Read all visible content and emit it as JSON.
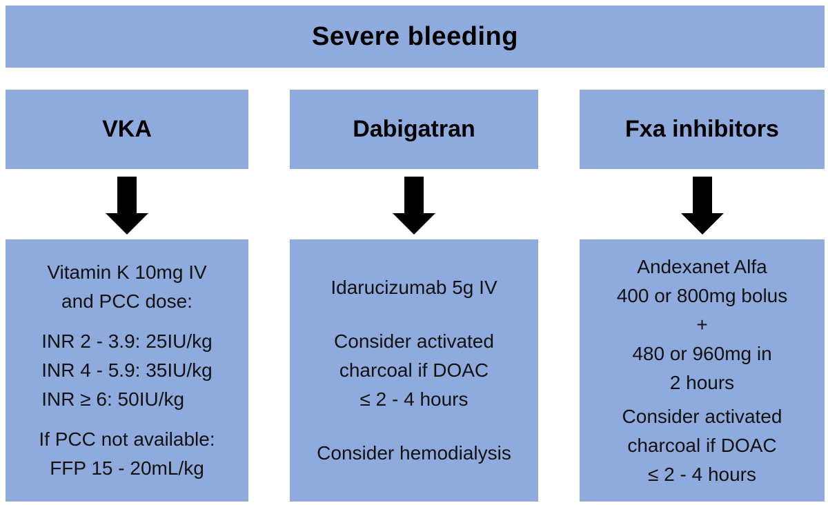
{
  "colors": {
    "box_fill": "#8FAADC",
    "heading_text": "#000000",
    "body_text": "#111111",
    "arrow": "#000000",
    "background": "#ffffff"
  },
  "banner": {
    "title": "Severe bleeding"
  },
  "columns": [
    {
      "header": "VKA",
      "paragraphs": [
        {
          "align": "center",
          "lines": [
            "Vitamin K 10mg IV",
            "and PCC dose:"
          ]
        },
        {
          "align": "left",
          "lines": [
            "INR 2 - 3.9: 25IU/kg",
            "INR 4 - 5.9: 35IU/kg",
            "INR ≥ 6: 50IU/kg"
          ]
        },
        {
          "align": "center",
          "lines": [
            "If PCC not available:",
            "FFP 15 - 20mL/kg"
          ]
        }
      ]
    },
    {
      "header": "Dabigatran",
      "paragraphs": [
        {
          "align": "center",
          "lines": [
            "Idarucizumab 5g IV"
          ]
        },
        {
          "align": "center",
          "lines": [
            "Consider activated",
            "charcoal if DOAC",
            "≤ 2 - 4 hours"
          ]
        },
        {
          "align": "center",
          "lines": [
            "Consider hemodialysis"
          ]
        }
      ]
    },
    {
      "header": "Fxa inhibitors",
      "paragraphs": [
        {
          "align": "center",
          "lines": [
            "Andexanet Alfa",
            "400 or 800mg bolus",
            "+",
            "480 or 960mg in",
            "2 hours"
          ]
        },
        {
          "align": "center",
          "lines": [
            "Consider activated",
            "charcoal if DOAC",
            "≤ 2 - 4 hours"
          ]
        }
      ]
    }
  ]
}
